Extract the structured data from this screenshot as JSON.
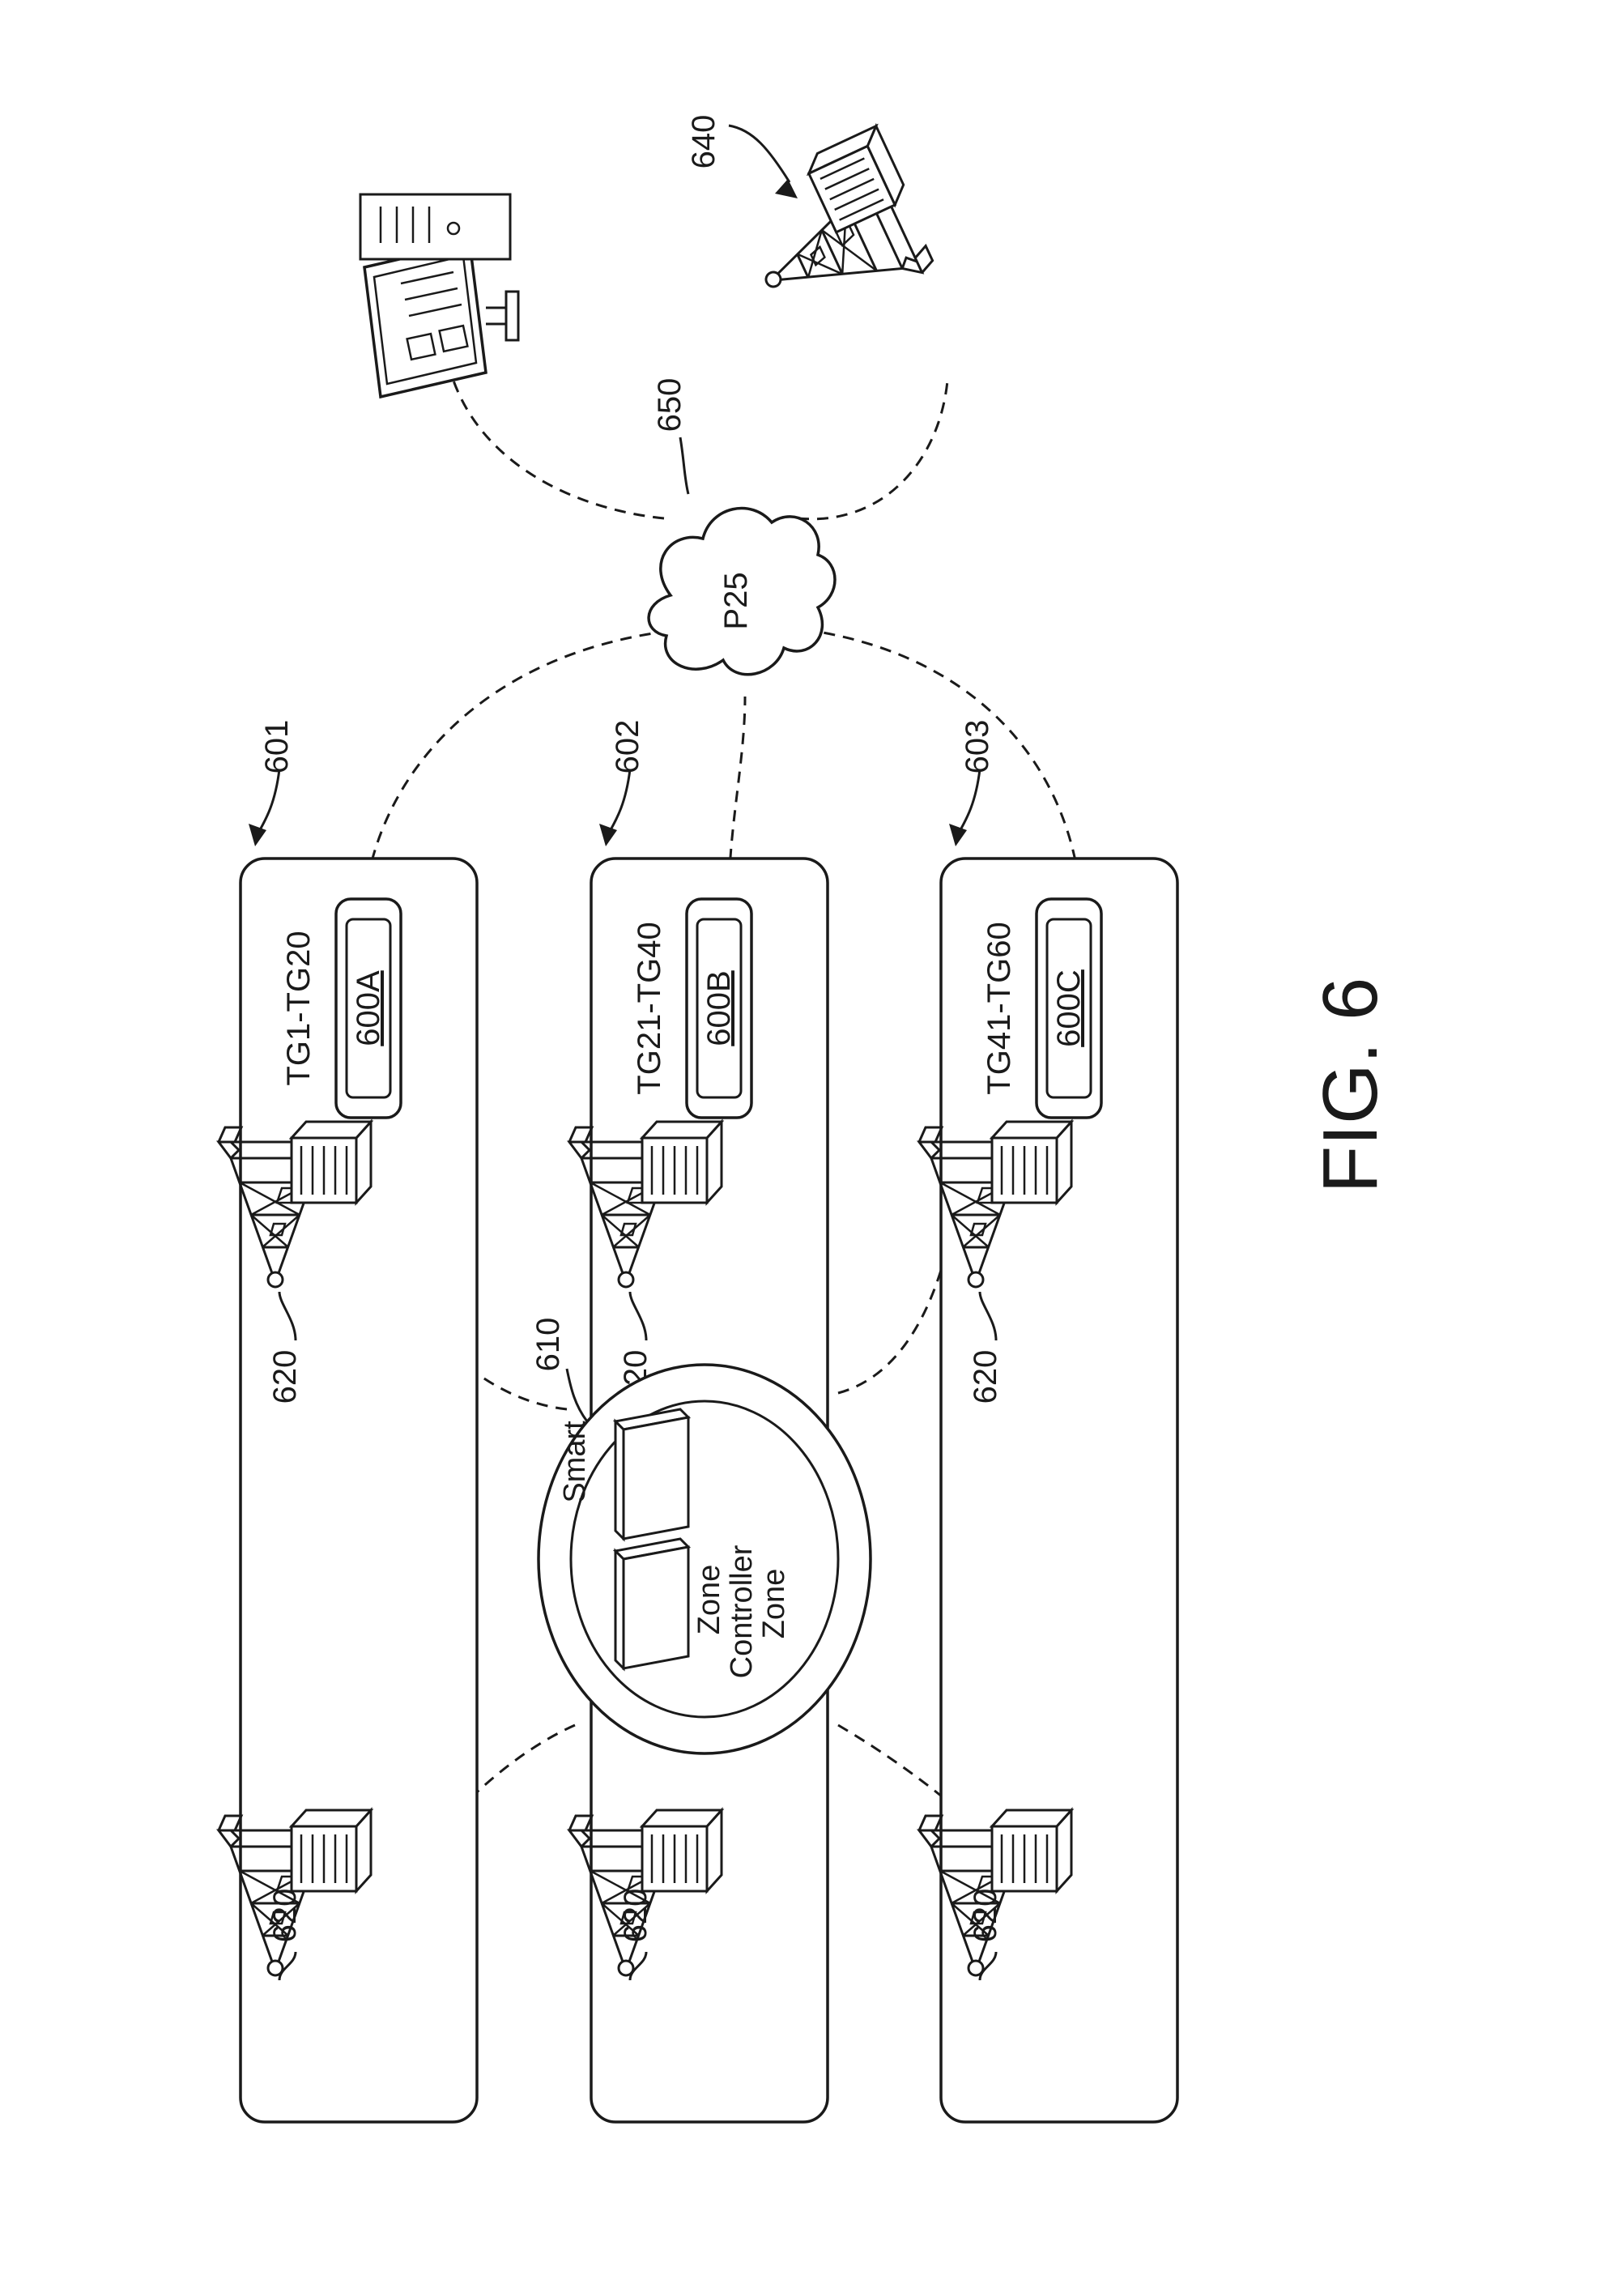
{
  "figure": {
    "title": "FIG. 6"
  },
  "network": {
    "cloud_label": "P25",
    "cloud_ref": "650",
    "console_ref": "",
    "remote_site_ref": "640"
  },
  "zone_controller": {
    "ref": "610",
    "line1": "Smart",
    "line2": "Zone",
    "line3": "Controller",
    "line4": "Zone"
  },
  "zones": [
    {
      "ref": "601",
      "talkgroups": "TG1-TG20",
      "device": "600A",
      "site_ref_near": "620",
      "site_ref_far": "620"
    },
    {
      "ref": "602",
      "talkgroups": "TG21-TG40",
      "device": "600B",
      "site_ref_near": "620",
      "site_ref_far": "620"
    },
    {
      "ref": "603",
      "talkgroups": "TG41-TG60",
      "device": "600C",
      "site_ref_near": "620",
      "site_ref_far": "620"
    }
  ]
}
